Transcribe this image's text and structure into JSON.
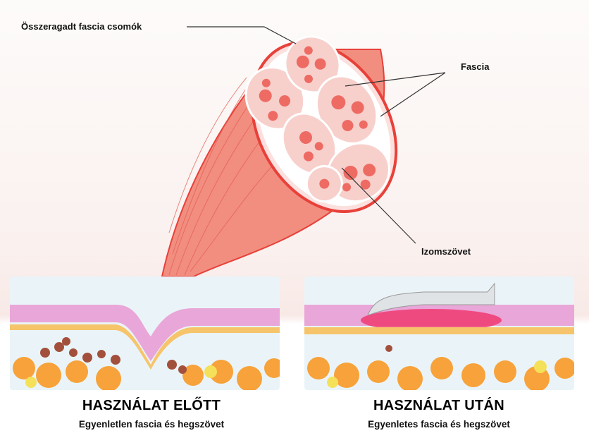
{
  "labels": {
    "adhered_knots": "Összeragadt fascia csomók",
    "fascia": "Fascia",
    "muscle_tissue": "Izomszövet"
  },
  "before": {
    "title": "HASZNÁLAT ELŐTT",
    "subtitle": "Egyenletlen fascia és hegszövet"
  },
  "after": {
    "title": "HASZNÁLAT UTÁN",
    "subtitle": "Egyenletes fascia és hegszövet"
  },
  "colors": {
    "muscle": "#f07a6c",
    "outline": "#e8413a",
    "fat": "#f7a23a",
    "fascia": "#e9a6d8"
  }
}
